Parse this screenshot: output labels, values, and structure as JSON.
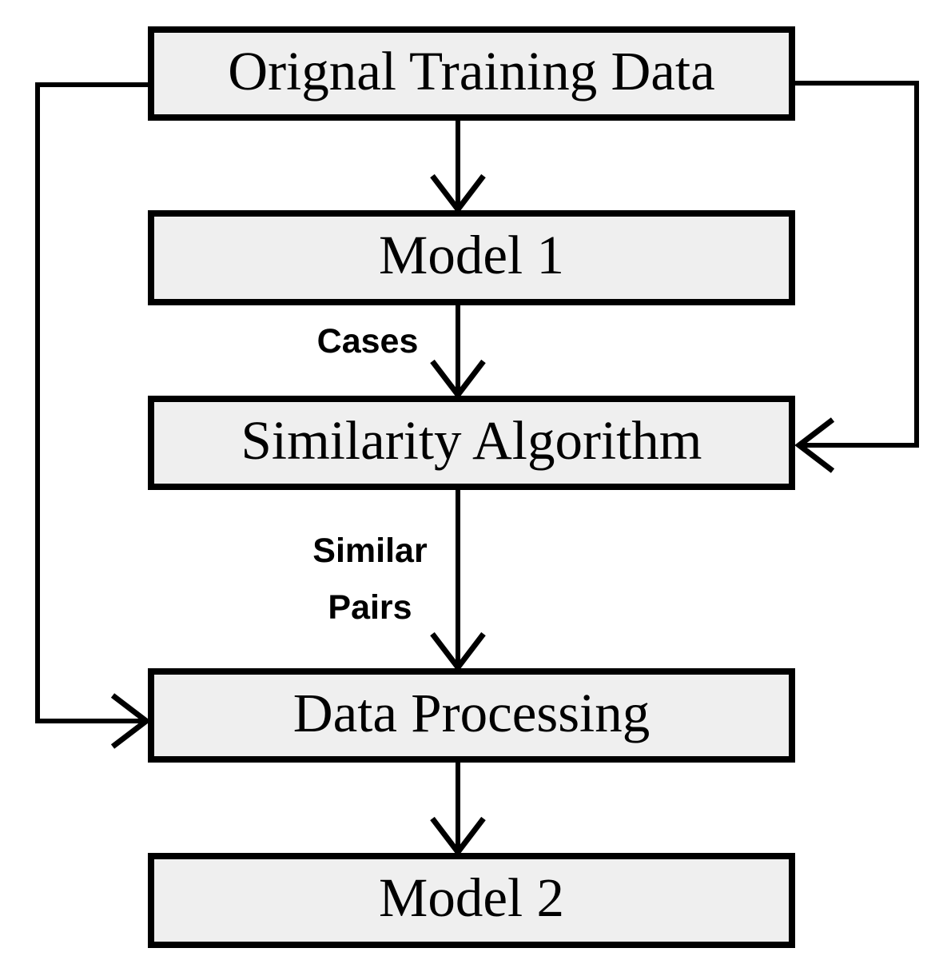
{
  "diagram": {
    "nodes": [
      {
        "id": "original-training-data",
        "label": "Orignal Training Data"
      },
      {
        "id": "model-1",
        "label": "Model 1"
      },
      {
        "id": "similarity-algorithm",
        "label": "Similarity Algorithm"
      },
      {
        "id": "data-processing",
        "label": "Data Processing"
      },
      {
        "id": "model-2",
        "label": "Model 2"
      }
    ],
    "edge_labels": {
      "cases": "Cases",
      "similar": "Similar",
      "pairs": "Pairs"
    },
    "edges": [
      {
        "from": "original-training-data",
        "to": "model-1",
        "label": ""
      },
      {
        "from": "model-1",
        "to": "similarity-algorithm",
        "label": "Cases"
      },
      {
        "from": "similarity-algorithm",
        "to": "data-processing",
        "label": "Similar Pairs"
      },
      {
        "from": "data-processing",
        "to": "model-2",
        "label": ""
      },
      {
        "from": "original-training-data",
        "to": "similarity-algorithm",
        "label": ""
      },
      {
        "from": "original-training-data",
        "to": "data-processing",
        "label": ""
      }
    ],
    "colors": {
      "node_fill": "#efefef",
      "node_border": "#000000",
      "connector": "#000000",
      "label_text": "#000000",
      "background": "#ffffff"
    }
  }
}
